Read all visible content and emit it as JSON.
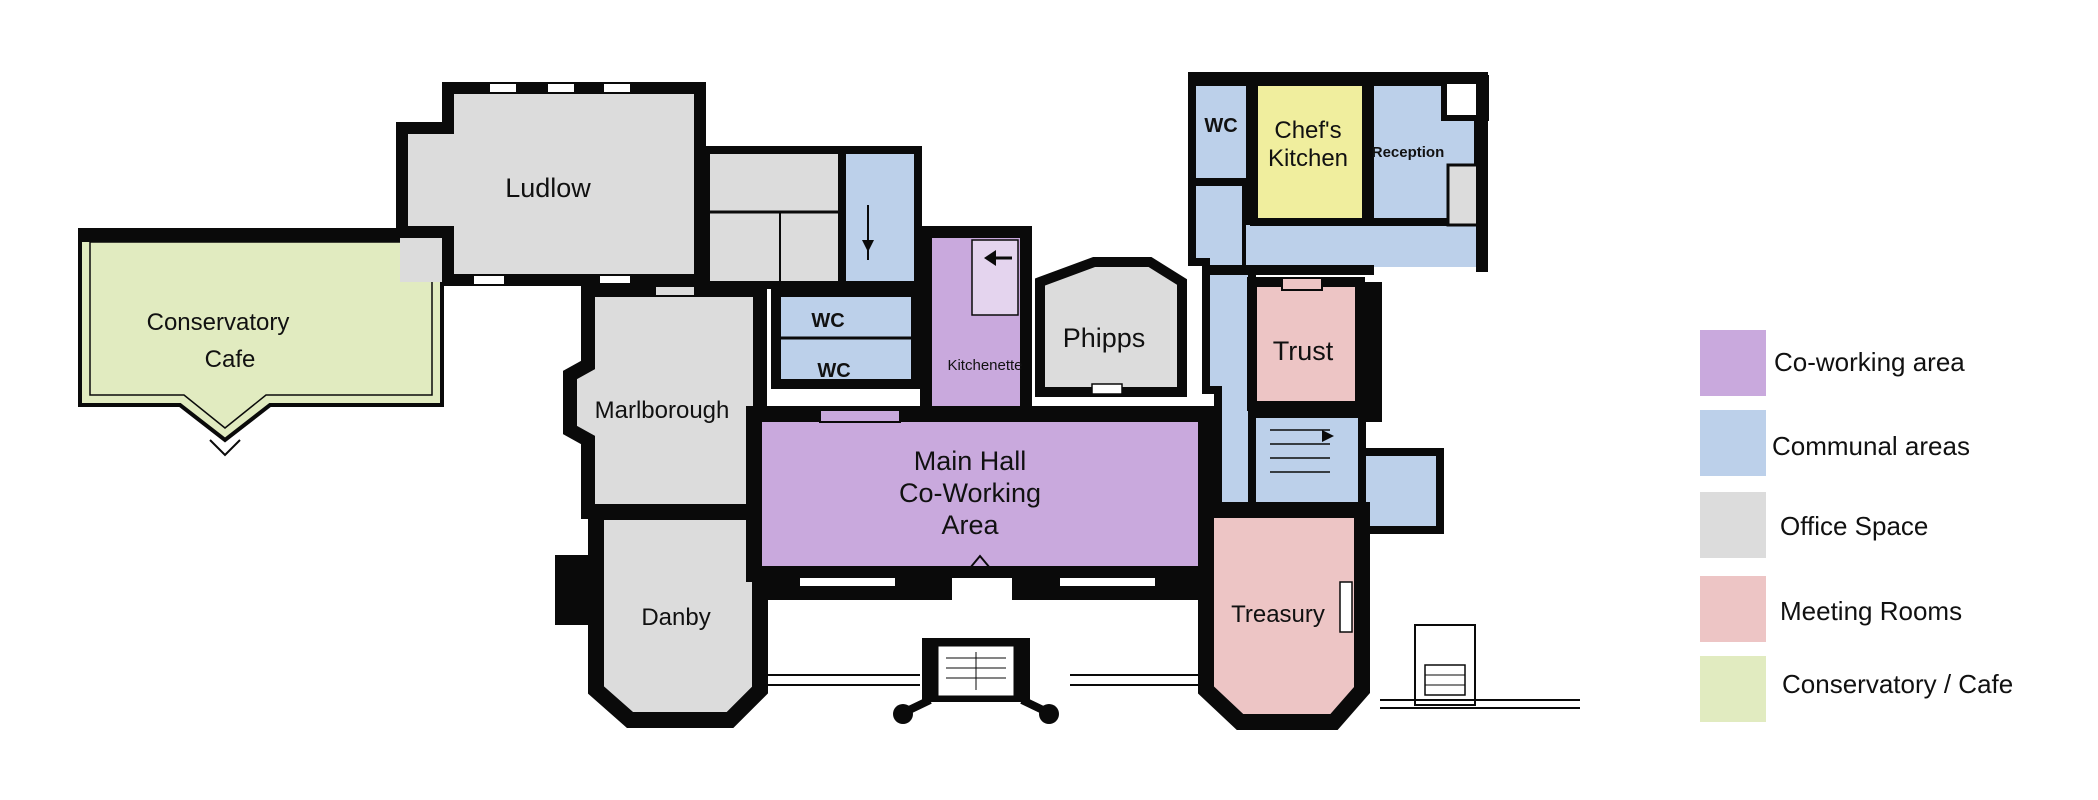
{
  "colors": {
    "coworking": "#c9a9dd",
    "communal": "#bcd0ea",
    "office": "#dcdcdc",
    "meeting": "#edc5c5",
    "cafe": "#e1ebc0",
    "kitchen": "#f0ee9e",
    "wall": "#0a0a0a"
  },
  "rooms": {
    "ludlow": "Ludlow",
    "conservatory": "Conservatory",
    "cafe": "Cafe",
    "marlborough": "Marlborough",
    "danby": "Danby",
    "wc_upper": "WC",
    "wc_lower": "WC",
    "kitchenette": "Kitchenette",
    "main_hall_1": "Main Hall",
    "main_hall_2": "Co-Working",
    "main_hall_3": "Area",
    "phipps": "Phipps",
    "wc_right": "WC",
    "chefs_1": "Chef's",
    "chefs_2": "Kitchen",
    "reception": "Reception",
    "trust": "Trust",
    "treasury": "Treasury"
  },
  "legend": [
    {
      "label": "Co-working area",
      "color": "#c9a9dd"
    },
    {
      "label": "Communal areas",
      "color": "#bcd0ea"
    },
    {
      "label": "Office Space",
      "color": "#dcdcdc"
    },
    {
      "label": "Meeting Rooms",
      "color": "#edc5c5"
    },
    {
      "label": "Conservatory / Cafe",
      "color": "#e1ebc0"
    }
  ]
}
